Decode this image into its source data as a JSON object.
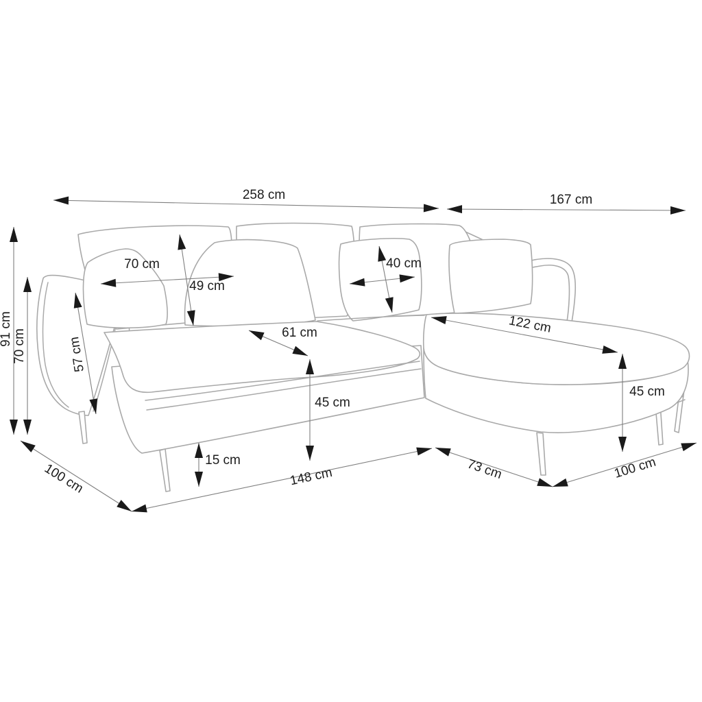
{
  "diagram": {
    "kind": "corner-sofa-dimension-drawing",
    "unit": "cm",
    "dims": {
      "width_total": "258 cm",
      "chaise_total_length": "167 cm",
      "back_height": "91 cm",
      "arm_height": "70 cm",
      "back_pillow_width": "70 cm",
      "back_pillow_height": "49 cm",
      "small_pillow_size": "40 cm",
      "seat_depth": "61 cm",
      "seat_height": "45 cm",
      "clearance_height": "15 cm",
      "arm_depth": "57 cm",
      "side_depth": "100 cm",
      "front_width": "148 cm",
      "corner_front_width": "73 cm",
      "chaise_width": "100 cm",
      "chaise_seat_length": "122 cm",
      "chaise_seat_height": "45 cm"
    }
  }
}
